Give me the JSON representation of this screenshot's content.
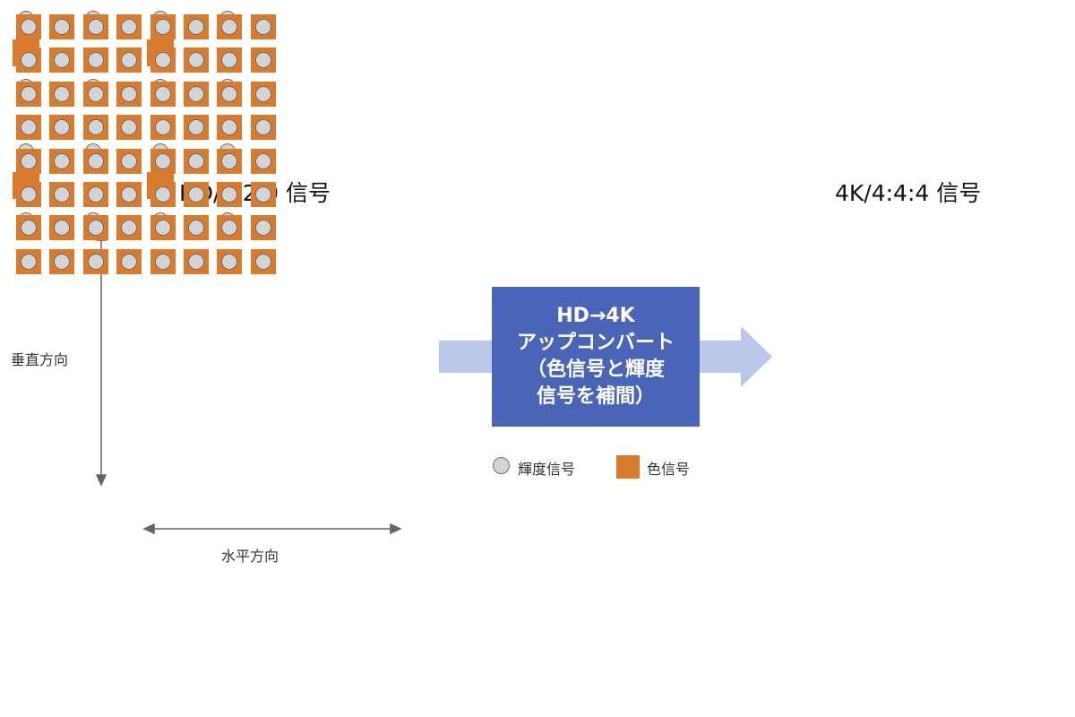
{
  "titles": {
    "left": "HD/4:2:0 信号",
    "right": "4K/4:4:4 信号"
  },
  "axes": {
    "vertical": "垂直方向",
    "horizontal": "水平方向"
  },
  "converter": {
    "lines": [
      "HD→4K",
      "アップコンバート",
      "（色信号と輝度",
      "信号を補間）"
    ]
  },
  "legend": {
    "luma": "輝度信号",
    "chroma": "色信号"
  },
  "colors": {
    "chroma": "#d97b2e",
    "luma_fill": "#d4d4d4",
    "converter": "#4a64b8",
    "arrow": "#b9c7e8"
  },
  "grid": {
    "left_luma_columns": 4,
    "left_luma_rows": 4,
    "left_chroma_columns": 2,
    "left_chroma_rows": 2,
    "right_columns": 8,
    "right_rows": 8
  }
}
